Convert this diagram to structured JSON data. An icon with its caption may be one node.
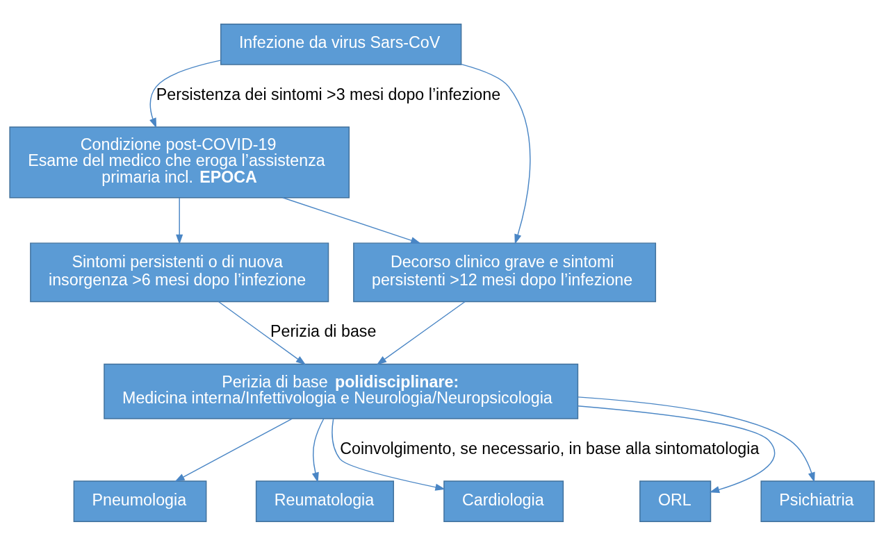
{
  "diagram": {
    "nodes": [
      {
        "text": [
          "Infezione da virus Sars-CoV"
        ]
      },
      {
        "text": [
          "Condizione post-COVID-19",
          "Esame del medico che eroga l’assistenza primaria incl. **EPOCA**"
        ]
      },
      {
        "text": [
          "Sintomi persistenti o di nuova insorgenza >6 mesi dopo l’infezione"
        ]
      },
      {
        "text": [
          "Decorso clinico grave e sintomi persistenti >12 mesi dopo l’infezione"
        ]
      },
      {
        "text": [
          "Perizia di base **polidisciplinare:**",
          "Medicina interna/Infettivologia e Neurologia/Neuropsicologia"
        ]
      },
      {
        "text": [
          "Pneumologia"
        ]
      },
      {
        "text": [
          "Reumatologia"
        ]
      },
      {
        "text": [
          "Cardiologia"
        ]
      },
      {
        "text": [
          "ORL"
        ]
      },
      {
        "text": [
          "Psichiatria"
        ]
      }
    ],
    "edges": [
      {
        "from": 0,
        "to": 1,
        "arrow": "to",
        "label": "Persistenza dei sintomi >3 mesi dopo l’infezione"
      },
      {
        "from": 0,
        "to": 3,
        "arrow": "to"
      },
      {
        "from": 1,
        "to": 3,
        "arrow": "to"
      },
      {
        "from": 1,
        "to": 2,
        "arrow": "to"
      },
      {
        "from": 2,
        "to": 4,
        "arrow": "to",
        "label": "Perizia di base"
      },
      {
        "from": 3,
        "to": 4,
        "arrow": "to"
      },
      {
        "from": 4,
        "to": 5,
        "arrow": "to"
      },
      {
        "from": 4,
        "to": 6,
        "arrow": "to"
      },
      {
        "from": 4,
        "to": 7,
        "arrow": "to",
        "label": "Coinvolgimento, se necessario, in base alla sintomatologia"
      },
      {
        "from": 4,
        "to": 8,
        "arrow": "to"
      },
      {
        "from": 4,
        "to": 9,
        "arrow": "to"
      }
    ]
  }
}
